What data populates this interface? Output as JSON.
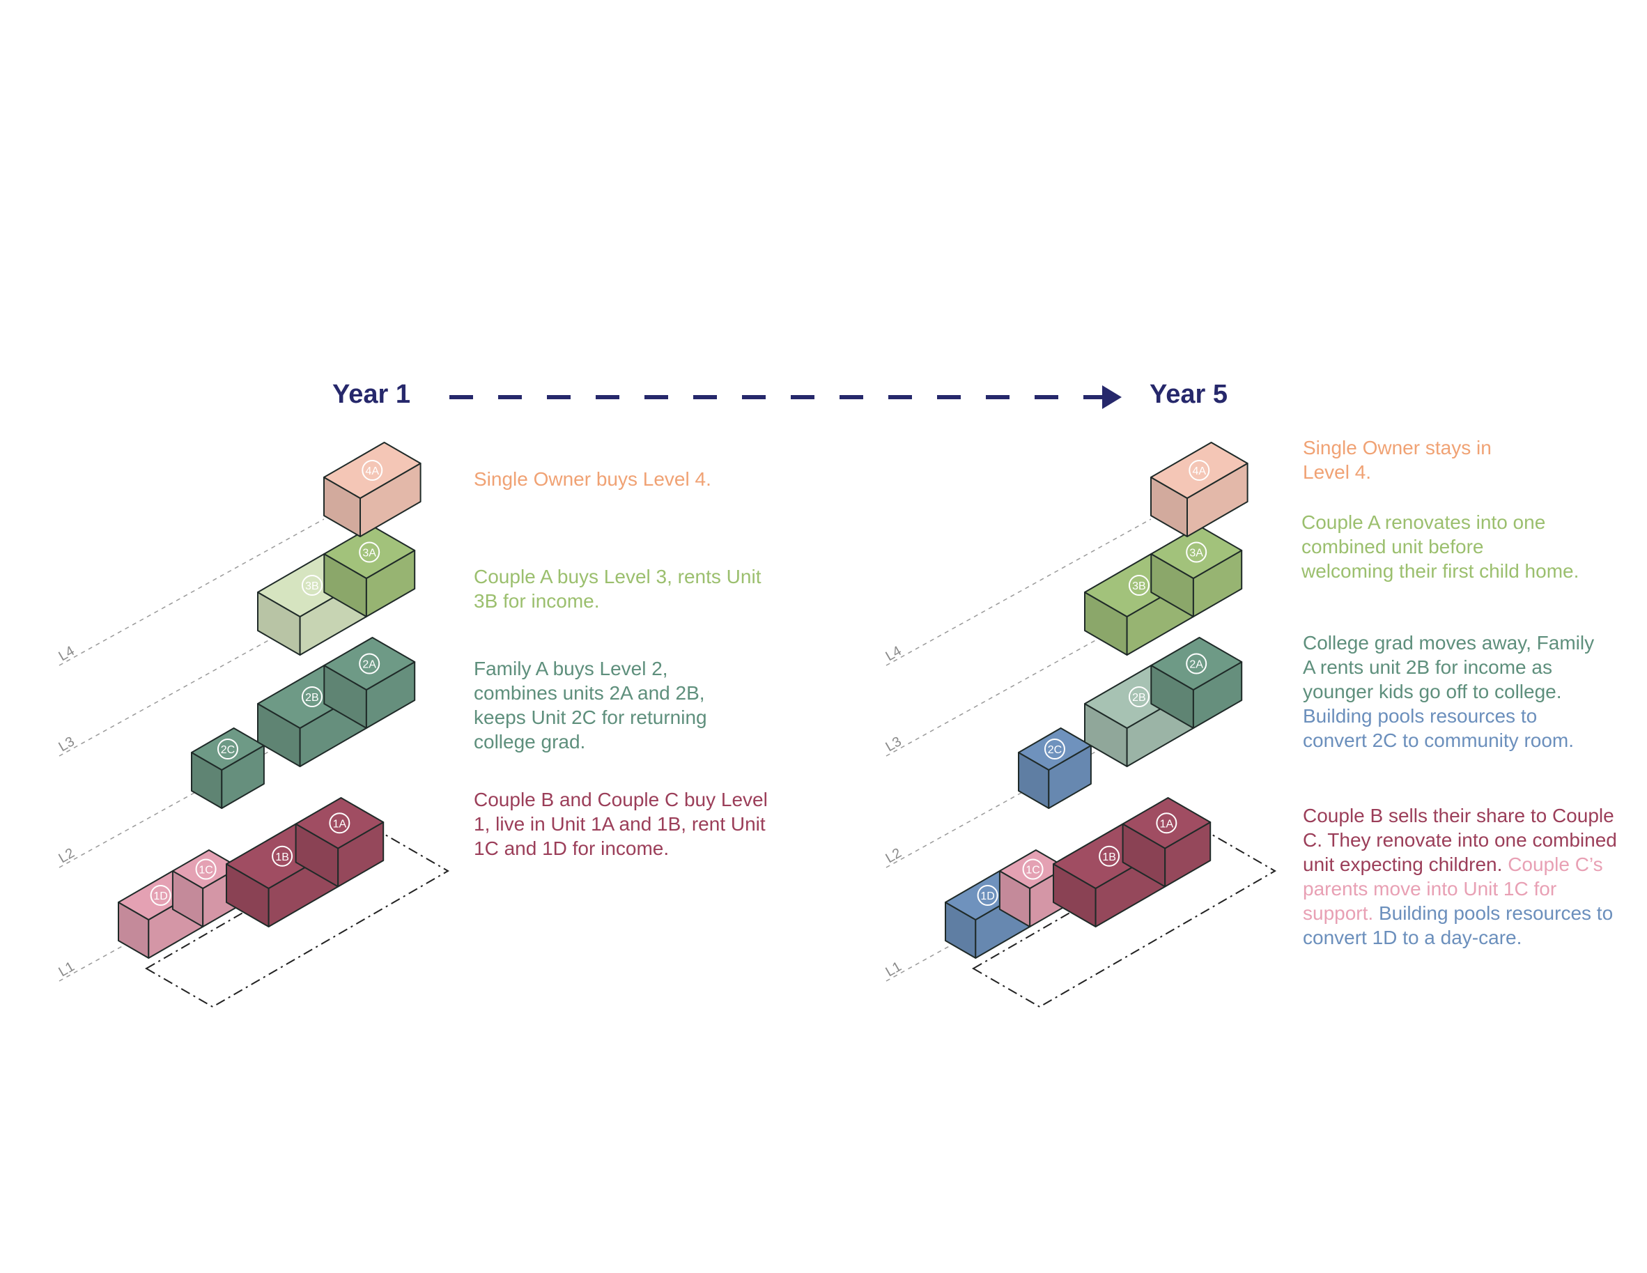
{
  "colors": {
    "navy": "#26286b",
    "orange_text": "#f0a274",
    "lime_text": "#9bbf6e",
    "teal_text": "#5e8f7c",
    "wine_text": "#9b3e59",
    "pink_text": "#e8a0b4",
    "blue_text": "#6b8fbc",
    "level4": "#f4c6b6",
    "level3": "#a2c27b",
    "level3_light": "#d6e4c0",
    "level2": "#6e9a86",
    "level2_light": "#a7c2b3",
    "level1": "#a04d62",
    "pink": "#e4a1b3",
    "blue": "#6f92bd"
  },
  "timeline": {
    "start_label": "Year 1",
    "end_label": "Year 5"
  },
  "levels": [
    "L1",
    "L2",
    "L3",
    "L4"
  ],
  "year1": {
    "units": [
      "4A",
      "3A",
      "3B",
      "2A",
      "2B",
      "2C",
      "1A",
      "1B",
      "1C",
      "1D"
    ],
    "notes": {
      "level4": "Single Owner buys Level 4.",
      "level3": "Couple A buys Level 3, rents Unit 3B for income.",
      "level2": "Family A buys Level 2, combines units 2A and 2B, keeps Unit 2C for returning college grad.",
      "level1": "Couple B and Couple C buy Level 1, live in Unit 1A and 1B, rent Unit 1C and 1D for income."
    }
  },
  "year5": {
    "units": [
      "4A",
      "3A",
      "3B",
      "2A",
      "2B",
      "2C",
      "1A",
      "1B",
      "1C",
      "1D"
    ],
    "notes": {
      "level4": "Single Owner stays in Level 4.",
      "level3": "Couple A renovates into one combined unit before welcoming their first child home.",
      "level2_a": "College grad moves away, Family A rents unit 2B for income as younger kids go off to college.",
      "level2_b": "Building pools resources to convert 2C to community room.",
      "level1_a": "Couple B sells their share to Couple C. They renovate into one combined unit expecting children.",
      "level1_b": "Couple C’s parents move into Unit 1C for support.",
      "level1_c": "Building pools resources to convert 1D to a day-care."
    }
  }
}
